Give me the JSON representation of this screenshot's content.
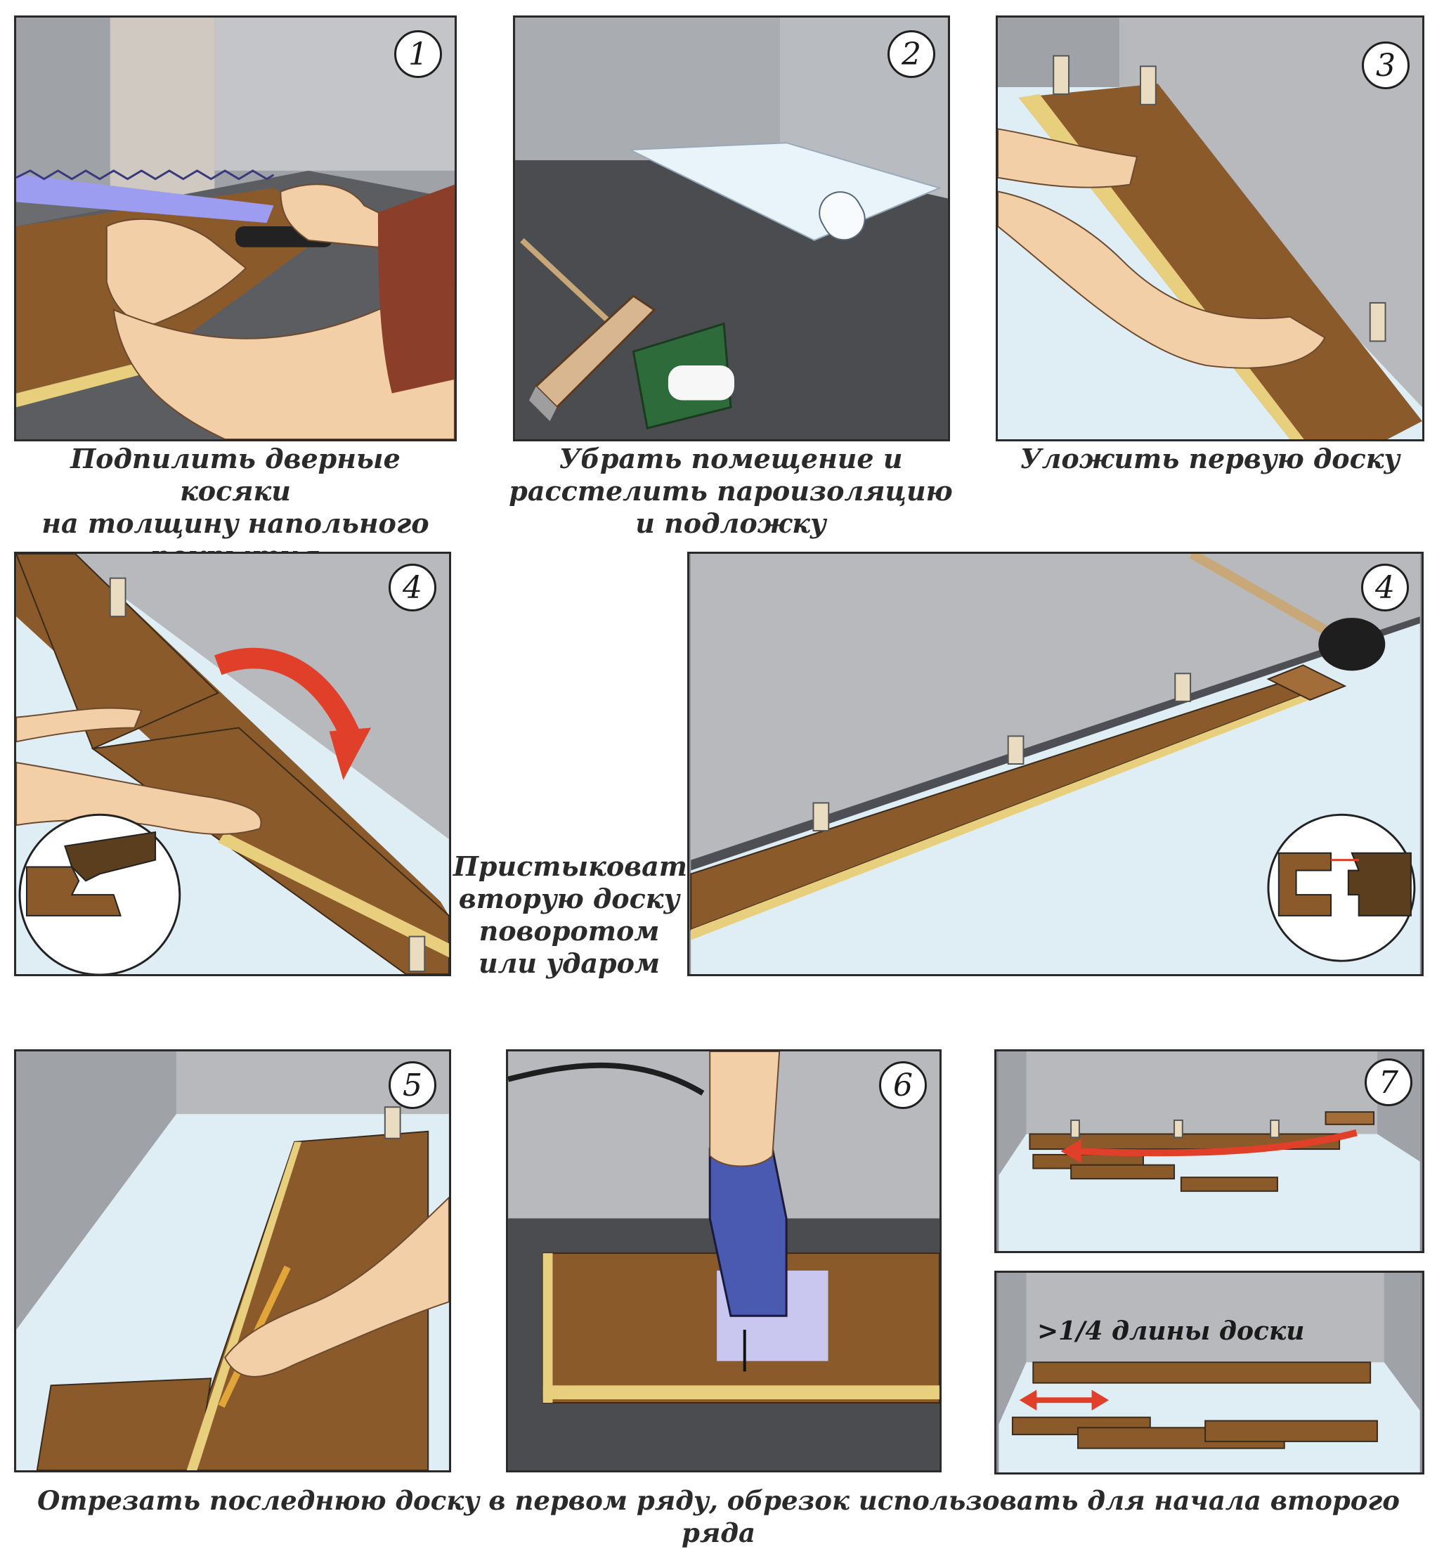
{
  "steps": {
    "s1": {
      "number": "1",
      "caption": "Подпилить дверные косяки\nна толщину напольного\nпокрытия"
    },
    "s2": {
      "number": "2",
      "caption": "Убрать помещение и\nрасстелить пароизоляцию\nи подложку"
    },
    "s3": {
      "number": "3",
      "caption": "Уложить первую доску"
    },
    "s4a": {
      "number": "4"
    },
    "s4b": {
      "number": "4"
    },
    "s4_caption": "Пристыковать\nвторую доску\nповоротом\nили ударом",
    "s5": {
      "number": "5"
    },
    "s6": {
      "number": "6"
    },
    "s7": {
      "number": "7"
    },
    "s7b_label": ">1/4 длины доски",
    "bottom_caption": "Отрезать последнюю доску в первом ряду, обрезок использовать для начала второго ряда"
  },
  "colors": {
    "wall": "#b7b9bd",
    "floor_dark": "#55575c",
    "underlay": "#dfeef5",
    "board": "#8a5a2b",
    "board_edge": "#e7cf7e",
    "skin": "#f2cfa6",
    "arrow_red": "#e0402a",
    "sleeve": "#8b3e2a"
  }
}
